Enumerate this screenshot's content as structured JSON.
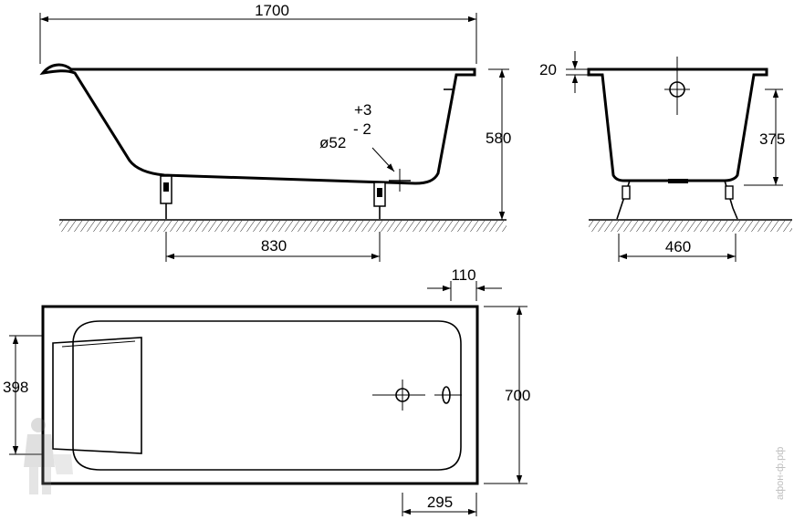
{
  "side_view": {
    "length": "1700",
    "height": "580",
    "feet_spacing": "830",
    "drain_diameter": "ø52",
    "tol_plus": "+3",
    "tol_minus": "- 2"
  },
  "end_view": {
    "rim_thickness": "20",
    "drain_height": "375",
    "feet_spacing": "460"
  },
  "top_view": {
    "drain_offset": "110",
    "width": "700",
    "drain_center": "398",
    "drain_position": "295"
  },
  "watermark": {
    "text": "афон-ф.рф"
  }
}
